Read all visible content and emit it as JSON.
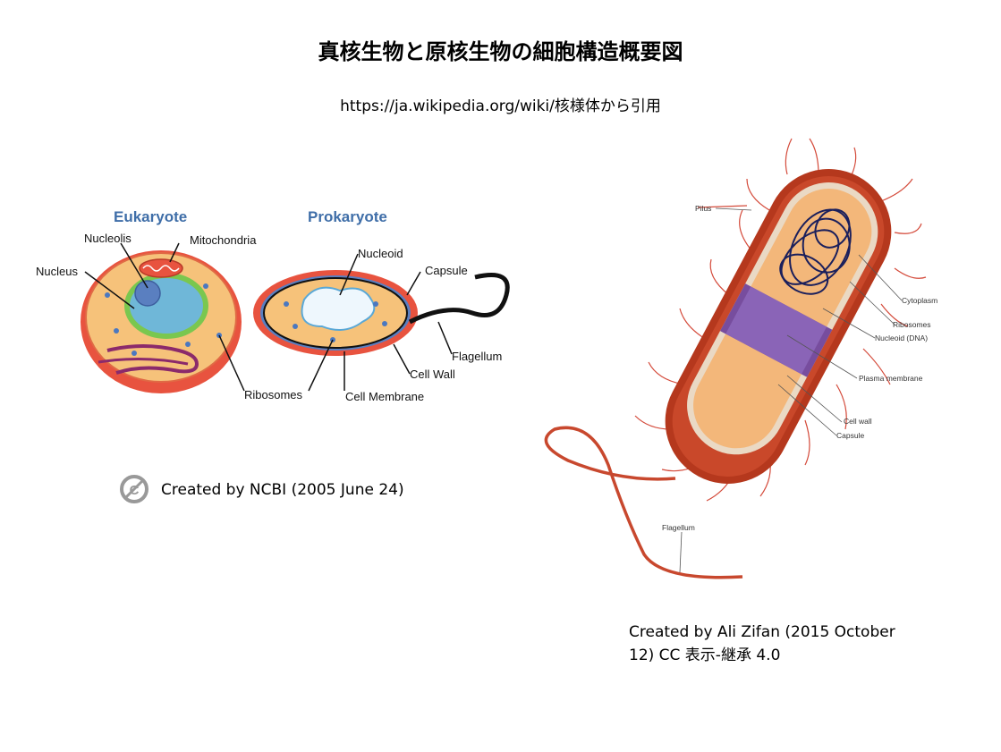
{
  "header": {
    "title": "真核生物と原核生物の細胞構造概要図",
    "source": "https://ja.wikipedia.org/wiki/核様体から引用"
  },
  "left_figure": {
    "eukaryote_heading": "Eukaryote",
    "prokaryote_heading": "Prokaryote",
    "labels": {
      "nucleolis": "Nucleolis",
      "mitochondria": "Mitochondria",
      "nucleus": "Nucleus",
      "ribosomes": "Ribosomes",
      "nucleoid": "Nucleoid",
      "capsule": "Capsule",
      "flagellum": "Flagellum",
      "cell_wall": "Cell Wall",
      "cell_membrane": "Cell Membrane"
    },
    "credit": "Created by NCBI (2005 June 24)"
  },
  "right_figure": {
    "labels": {
      "pilus": "Pilus",
      "cytoplasm": "Cytoplasm",
      "ribosomes": "Ribosomes",
      "nucleoid_dna": "Nucleoid (DNA)",
      "plasma_membrane": "Plasma membrane",
      "cell_wall": "Cell wall",
      "capsule": "Capsule",
      "flagellum": "Flagellum"
    },
    "credit_line1": "Created by Ali Zifan (2015 October",
    "credit_line2": "12) CC 表示-継承 4.0"
  },
  "colors": {
    "heading_blue": "#3f6ea8",
    "cell_red": "#e8533f",
    "cytoplasm_orange": "#f6c27a",
    "nucleus_blue": "#6fb7d8",
    "capsule_purple": "#6a3d9a",
    "bacteria_body": "#b5381d"
  }
}
